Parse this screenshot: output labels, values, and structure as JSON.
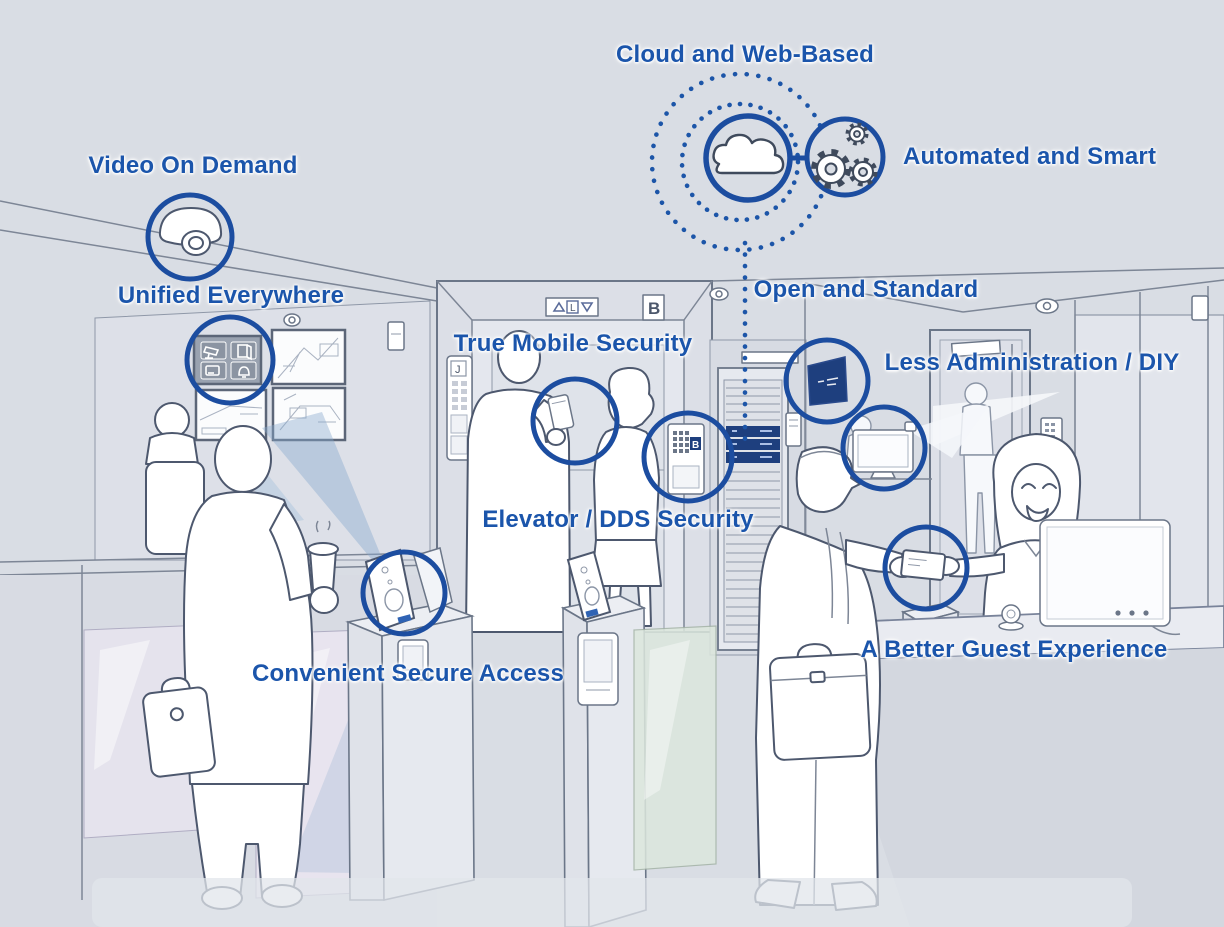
{
  "callouts": {
    "cloud_web_based": "Cloud and Web-Based",
    "automated_smart": "Automated and Smart",
    "video_on_demand": "Video On Demand",
    "unified_everywhere": "Unified Everywhere",
    "true_mobile_security": "True Mobile Security",
    "open_standard": "Open and Standard",
    "less_administration": "Less Administration / DIY",
    "elevator_dds_security": "Elevator / DDS Security",
    "convenient_secure_access": "Convenient Secure Access",
    "better_guest_experience": "A Better Guest Experience"
  },
  "scene_text": {
    "elevator_floor_sign": "B",
    "elevator_indicator_letter": "L",
    "dds_keypad_display": "B",
    "hall_panel_display": "J"
  },
  "colors": {
    "background": "#d9dde4",
    "annotation_blue": "#1c4da0",
    "label_blue": "#1b55ab",
    "navy_panel": "#1e3f7e",
    "beam_blue": "#a9c3dd"
  },
  "icons": [
    "cloud-icon",
    "gears-icon",
    "dome-camera-icon",
    "cctv-camera-icon",
    "door-icon",
    "card-icon",
    "bell-icon"
  ]
}
